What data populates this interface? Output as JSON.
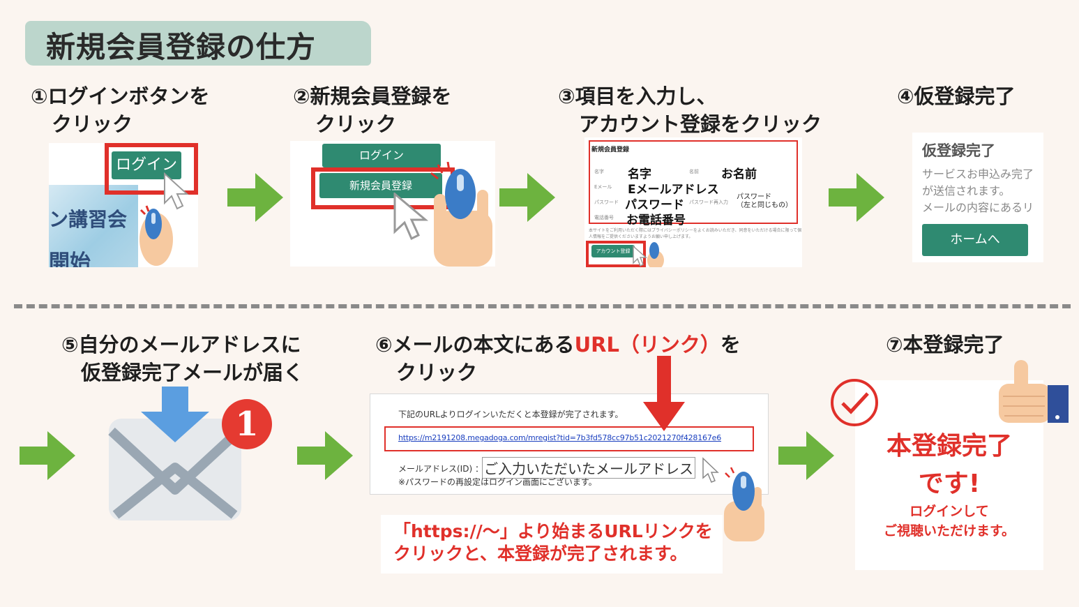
{
  "title": "新規会員登録の仕方",
  "steps": {
    "s1": {
      "line1": "①ログインボタンを",
      "line2": "クリック"
    },
    "s2": {
      "line1": "②新規会員登録を",
      "line2": "クリック"
    },
    "s3": {
      "line1": "③項目を入力し、",
      "line2": "アカウント登録をクリック"
    },
    "s4": {
      "line1": "④仮登録完了"
    },
    "s5": {
      "line1": "⑤自分のメールアドレスに",
      "line2": "仮登録完了メールが届く"
    },
    "s6": {
      "line1_a": "⑥メールの本文にある",
      "line1_b": "URL（リンク）",
      "line1_c": "を",
      "line2": "クリック"
    },
    "s7": {
      "line1": "⑦本登録完了"
    }
  },
  "s1_panel": {
    "login": "ログイン",
    "banner1": "ン講習会",
    "banner2": "開始"
  },
  "s2_panel": {
    "login": "ログイン",
    "register": "新規会員登録"
  },
  "s3_panel": {
    "header": "新規会員登録",
    "label_sei": "名字",
    "label_mei": "名前",
    "val_sei": "名字",
    "val_mei": "お名前",
    "label_email": "Eメール",
    "val_email": "Eメールアドレス",
    "label_pw": "パスワード",
    "label_pw2": "パスワード再入力",
    "val_pw": "パスワード",
    "val_pw2_a": "パスワード",
    "val_pw2_b": "（左と同じもの）",
    "label_tel": "電話番号",
    "val_tel": "お電話番号",
    "note1": "本サイトをご利用いただく際にはプライバシーポリシーをよくお読みいただき、同意をいただける場合に限って個",
    "note2": "人情報をご提供くださいますようお願い申し上げます。",
    "submit": "アカウント登録"
  },
  "s4_panel": {
    "heading": "仮登録完了",
    "text1": "サービスお申込み完了",
    "text2": "が送信されます。",
    "text3": "メールの内容にあるリ",
    "button": "ホームへ"
  },
  "s5_panel": {
    "badge": "1"
  },
  "s6_panel": {
    "intro": "下記のURLよりログインいただくと本登録が完了されます。",
    "url": "https://m2191208.megadoga.com/mregist?tid=7b3fd578cc97b51c2021270f428167e6",
    "mail_label": "メールアドレス(ID) ：",
    "mail_value": "ご入力いただいたメールアドレス",
    "pw_note": "※パスワードの再設定はログイン画面にございます。",
    "caption1": "「https://～」より始まるURLリンクを",
    "caption2": "クリックと、本登録が完了されます。"
  },
  "s7_panel": {
    "big1": "本登録完了",
    "big2": "です!",
    "small1": "ログインして",
    "small2": "ご視聴いただけます。"
  },
  "colors": {
    "accent_green": "#2f8a71",
    "arrow_green": "#6db33f",
    "red": "#e0302a",
    "title_bg": "#bcd6cc"
  }
}
